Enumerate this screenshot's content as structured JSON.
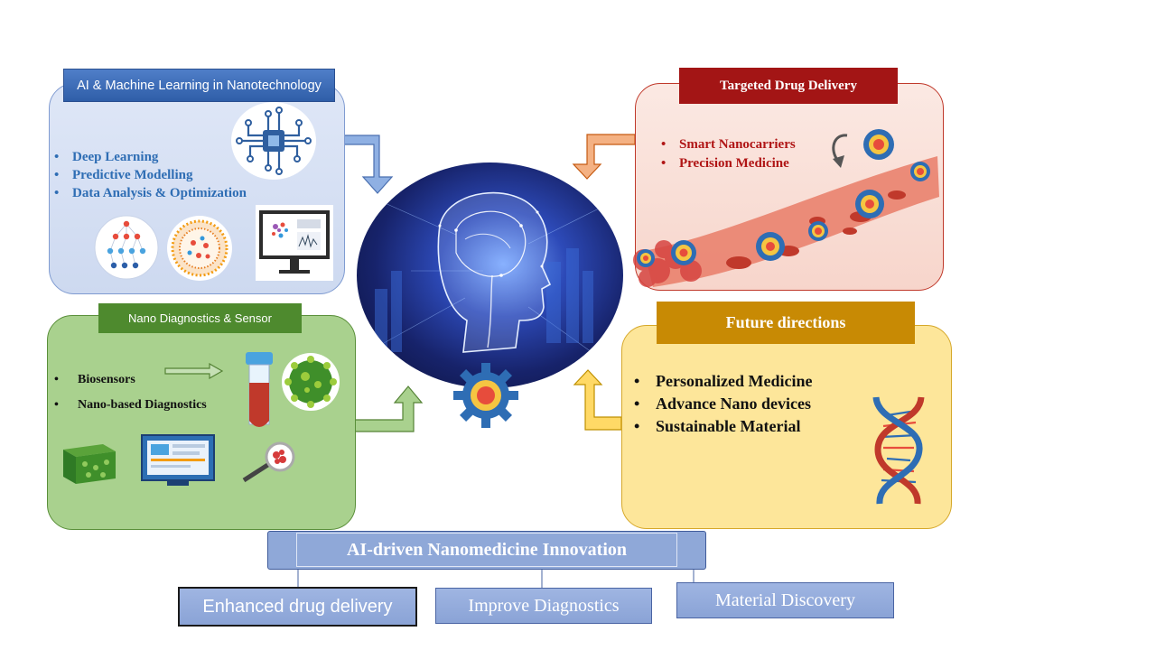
{
  "panels": {
    "ai": {
      "title": "AI & Machine Learning in Nanotechnology",
      "items": [
        "Deep Learning",
        "Predictive Modelling",
        "Data Analysis  & Optimization"
      ]
    },
    "drug": {
      "title": "Targeted Drug Delivery",
      "items": [
        "Smart Nanocarriers",
        "Precision Medicine"
      ]
    },
    "nano": {
      "title": "Nano Diagnostics & Sensor",
      "items": [
        "Biosensors",
        "Nano-based Diagnostics"
      ]
    },
    "future": {
      "title": "Future directions",
      "items": [
        "Personalized Medicine",
        "Advance Nano devices",
        "Sustainable Material"
      ]
    }
  },
  "bottom": {
    "main": "AI-driven Nanomedicine Innovation",
    "outcomes": [
      "Enhanced drug delivery",
      "Improve Diagnostics",
      "Material Discovery"
    ]
  },
  "colors": {
    "ai": "#2e6db4",
    "drug": "#a31515",
    "nano": "#4e8a2e",
    "future": "#c88a04",
    "bottom": "#8fa8d8"
  },
  "icons": [
    "chip-icon",
    "neural-network-icon",
    "nanoparticle-icon",
    "monitor-chart-icon",
    "gear-icon",
    "blood-vessel-icon",
    "test-tube-icon",
    "virus-icon",
    "nanocube-icon",
    "computer-screen-icon",
    "magnifier-icon",
    "dna-icon"
  ]
}
